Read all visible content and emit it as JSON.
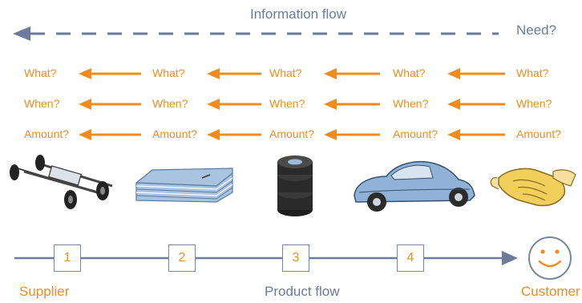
{
  "diagram": {
    "information_flow": {
      "title": "Information flow",
      "need_label": "Need?"
    },
    "questions": {
      "rows": [
        [
          "What?",
          "What?",
          "What?",
          "What?",
          "What?"
        ],
        [
          "When?",
          "When?",
          "When?",
          "When?",
          "When?"
        ],
        [
          "Amount?",
          "Amount?",
          "Amount?",
          "Amount?",
          "Amount?"
        ]
      ]
    },
    "product_flow": {
      "title": "Product flow",
      "supplier_label": "Supplier",
      "customer_label": "Customer",
      "steps": [
        "1",
        "2",
        "3",
        "4"
      ]
    },
    "stages": [
      {
        "icon": "chassis-icon"
      },
      {
        "icon": "sheet-metal-icon"
      },
      {
        "icon": "tire-stack-icon"
      },
      {
        "icon": "car-icon"
      },
      {
        "icon": "handshake-icon"
      }
    ],
    "colors": {
      "orange": "#f08c1e",
      "slate": "#6b7b99"
    }
  }
}
